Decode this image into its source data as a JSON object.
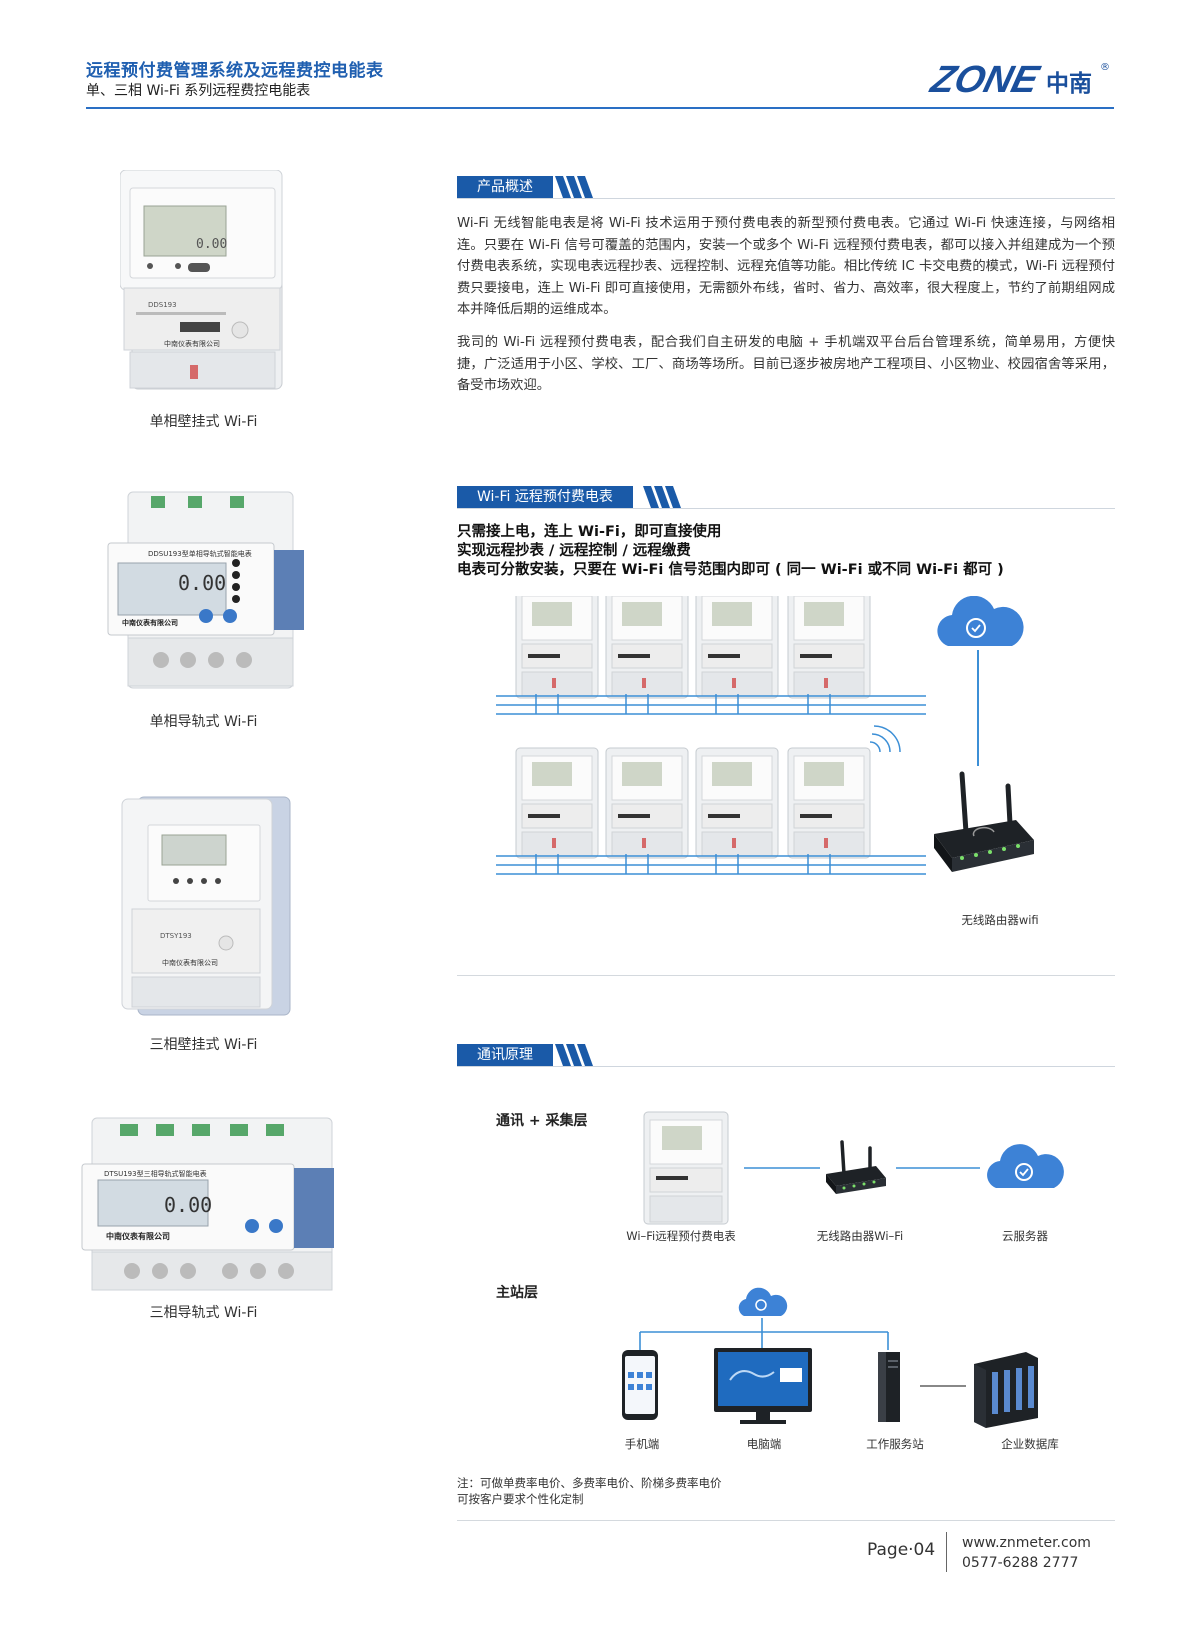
{
  "header": {
    "title": "远程预付费管理系统及远程费控电能表",
    "subtitle": "单、三相 Wi-Fi 系列远程费控电能表",
    "logo_text": "ZONE",
    "logo_cn": "中南",
    "logo_mark": "®"
  },
  "products": [
    {
      "caption": "单相壁挂式 Wi-Fi",
      "model": "DDS193",
      "reading": "0.00",
      "company": "中南仪表有限公司"
    },
    {
      "caption": "单相导轨式 Wi-Fi",
      "model": "DDSU193型单相导轨式智能电表",
      "reading": "0.00",
      "company": "中南仪表有限公司"
    },
    {
      "caption": "三相壁挂式 Wi-Fi",
      "model": "DTSY193",
      "reading": "",
      "company": "中南仪表有限公司"
    },
    {
      "caption": "三相导轨式 Wi-Fi",
      "model": "DTSU193型三相导轨式智能电表",
      "reading": "0.00",
      "company": "中南仪表有限公司"
    }
  ],
  "sections": {
    "overview": {
      "title": "产品概述",
      "p1": "Wi-Fi 无线智能电表是将 Wi-Fi 技术运用于预付费电表的新型预付费电表。它通过 Wi-Fi 快速连接，与网络相连。只要在 Wi-Fi 信号可覆盖的范围内，安装一个或多个 Wi-Fi 远程预付费电表，都可以接入并组建成为一个预付费电表系统，实现电表远程抄表、远程控制、远程充值等功能。相比传统 IC 卡交电费的模式，Wi-Fi 远程预付费只要接电，连上 Wi-Fi 即可直接使用，无需额外布线，省时、省力、高效率，很大程度上，节约了前期组网成本并降低后期的运维成本。",
      "p2": "我司的 Wi-Fi 远程预付费电表，配合我们自主研发的电脑 + 手机端双平台后台管理系统，简单易用，方便快捷，广泛适用于小区、学校、工厂、商场等场所。目前已逐步被房地产工程项目、小区物业、校园宿舍等采用，备受市场欢迎。"
    },
    "wifi": {
      "title": "Wi-Fi 远程预付费电表",
      "line1": "只需接上电，连上 Wi-Fi，即可直接使用",
      "line2": "实现远程抄表 / 远程控制 / 远程缴费",
      "line3": "电表可分散安装，只要在 Wi-Fi 信号范围内即可 ( 同一 Wi-Fi 或不同 Wi-Fi 都可 )",
      "router_label": "无线路由器wifi"
    },
    "comm": {
      "title": "通讯原理",
      "layer1": "通讯 + 采集层",
      "layer2": "主站层",
      "meter_label": "Wi–Fi远程预付费电表",
      "router_label": "无线路由器Wi–Fi",
      "cloud_label": "云服务器",
      "phone_label": "手机端",
      "pc_label": "电脑端",
      "server_label": "工作服务站",
      "db_label": "企业数据库",
      "note1": "注：可做单费率电价、多费率电价、阶梯多费率电价",
      "note2": "可按客户要求个性化定制"
    }
  },
  "footer": {
    "page": "Page·04",
    "website": "www.znmeter.com",
    "phone": "0577-6288 2777"
  },
  "colors": {
    "brand_blue": "#1a5aa8",
    "line_blue": "#2a7fd4",
    "cloud_blue": "#3d82d6"
  }
}
